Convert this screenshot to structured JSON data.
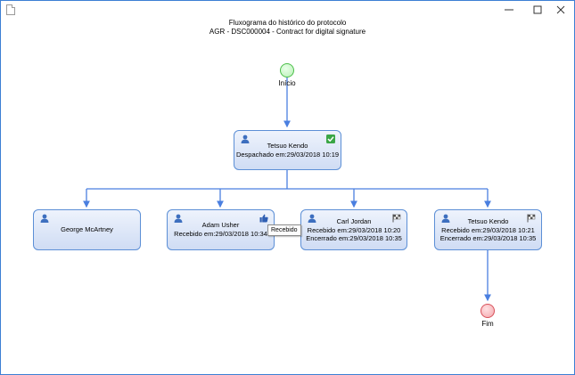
{
  "window": {
    "controls": {
      "minimize_icon": "minimize-icon",
      "maximize_icon": "maximize-icon",
      "close_icon": "close-icon"
    }
  },
  "flowchart": {
    "title": "Fluxograma do histórico do protocolo",
    "subtitle": "AGR - DSC000004 - Contract for digital signature",
    "start_label": "Início",
    "end_label": "Fim",
    "nodes": [
      {
        "name": "Tetsuo Kendo",
        "line1": "Despachado em:29/03/2018 10:19",
        "line2": "",
        "status_icon": "check-icon"
      },
      {
        "name": "George McArtney",
        "line1": "",
        "line2": "",
        "status_icon": ""
      },
      {
        "name": "Adam Usher",
        "line1": "Recebido em:29/03/2018 10:34",
        "line2": "",
        "status_icon": "thumbs-up-icon"
      },
      {
        "name": "Carl Jordan",
        "line1": "Recebido em:29/03/2018 10:20",
        "line2": "Encerrado em:29/03/2018 10:35",
        "status_icon": "checkered-flag-icon"
      },
      {
        "name": "Tetsuo Kendo",
        "line1": "Recebido em:29/03/2018 10:21",
        "line2": "Encerrado em:29/03/2018 10:35",
        "status_icon": "checkered-flag-icon"
      }
    ],
    "tooltip": "Recebido"
  },
  "colors": {
    "edge": "#4a7fe0",
    "node_border": "#5c8fd6",
    "start_fill": "#b8f0b6",
    "end_fill": "#f3a7ad",
    "window_border": "#3c7fd4"
  }
}
